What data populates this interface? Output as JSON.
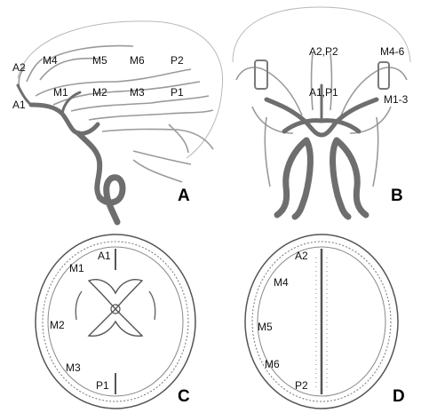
{
  "panels": {
    "A": {
      "letter": "A",
      "labels": {
        "a2": "A2",
        "a1": "A1",
        "m4": "M4",
        "m5": "M5",
        "m6": "M6",
        "p2": "P2",
        "m1": "M1",
        "m2": "M2",
        "m3": "M3",
        "p1": "P1"
      }
    },
    "B": {
      "letter": "B",
      "labels": {
        "a2p2": "A2,P2",
        "m46": "M4-6",
        "a1p1": "A1,P1",
        "m13": "M1-3"
      }
    },
    "C": {
      "letter": "C",
      "labels": {
        "a1": "A1",
        "m1": "M1",
        "m2": "M2",
        "m3": "M3",
        "p1": "P1"
      }
    },
    "D": {
      "letter": "D",
      "labels": {
        "a2": "A2",
        "m4": "M4",
        "m5": "M5",
        "m6": "M6",
        "p2": "P2"
      }
    }
  },
  "colors": {
    "vessel": "#6e6e6e",
    "vessel_thin": "#9a9a9a",
    "outline": "#8a8a8a",
    "text": "#111111"
  }
}
